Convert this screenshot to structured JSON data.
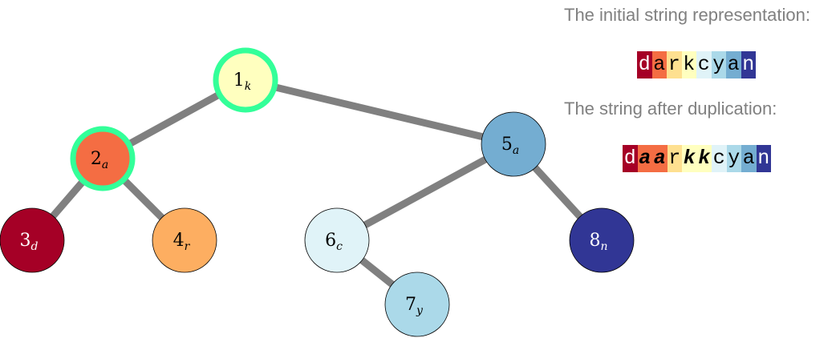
{
  "panel": {
    "initial_caption": "The initial string representation:",
    "after_caption": "The string after duplication:"
  },
  "initial_string": [
    {
      "ch": "d",
      "bg": "#a50026",
      "fg": "#ffffff",
      "dup": false
    },
    {
      "ch": "a",
      "bg": "#f46d43",
      "fg": "#000000",
      "dup": false
    },
    {
      "ch": "r",
      "bg": "#fee090",
      "fg": "#000000",
      "dup": false
    },
    {
      "ch": "k",
      "bg": "#ffffbf",
      "fg": "#000000",
      "dup": false
    },
    {
      "ch": "c",
      "bg": "#e0f3f8",
      "fg": "#000000",
      "dup": false
    },
    {
      "ch": "y",
      "bg": "#abd9e9",
      "fg": "#000000",
      "dup": false
    },
    {
      "ch": "a",
      "bg": "#74add1",
      "fg": "#000000",
      "dup": false
    },
    {
      "ch": "n",
      "bg": "#313695",
      "fg": "#ffffff",
      "dup": false
    }
  ],
  "duplicated_string": [
    {
      "ch": "d",
      "bg": "#a50026",
      "fg": "#ffffff",
      "dup": false
    },
    {
      "ch": "a",
      "bg": "#f46d43",
      "fg": "#000000",
      "dup": true
    },
    {
      "ch": "a",
      "bg": "#f46d43",
      "fg": "#000000",
      "dup": true
    },
    {
      "ch": "r",
      "bg": "#fee090",
      "fg": "#000000",
      "dup": false
    },
    {
      "ch": "k",
      "bg": "#ffffbf",
      "fg": "#000000",
      "dup": true
    },
    {
      "ch": "k",
      "bg": "#ffffbf",
      "fg": "#000000",
      "dup": true
    },
    {
      "ch": "c",
      "bg": "#e0f3f8",
      "fg": "#000000",
      "dup": false
    },
    {
      "ch": "y",
      "bg": "#abd9e9",
      "fg": "#000000",
      "dup": false
    },
    {
      "ch": "a",
      "bg": "#74add1",
      "fg": "#000000",
      "dup": false
    },
    {
      "ch": "n",
      "bg": "#313695",
      "fg": "#ffffff",
      "dup": false
    }
  ],
  "tree": {
    "edge_color": "#808080",
    "highlight_color": "#33ff99",
    "nodes": [
      {
        "id": 1,
        "char": "k",
        "fill": "#ffffbf",
        "text": "#000000",
        "highlight": true
      },
      {
        "id": 2,
        "char": "a",
        "fill": "#f46d43",
        "text": "#000000",
        "highlight": true
      },
      {
        "id": 3,
        "char": "d",
        "fill": "#a50026",
        "text": "#ffffff",
        "highlight": false
      },
      {
        "id": 4,
        "char": "r",
        "fill": "#fdae61",
        "text": "#000000",
        "highlight": false
      },
      {
        "id": 5,
        "char": "a",
        "fill": "#74add1",
        "text": "#000000",
        "highlight": false
      },
      {
        "id": 6,
        "char": "c",
        "fill": "#e0f3f8",
        "text": "#000000",
        "highlight": false
      },
      {
        "id": 7,
        "char": "y",
        "fill": "#abd9e9",
        "text": "#000000",
        "highlight": false
      },
      {
        "id": 8,
        "char": "n",
        "fill": "#313695",
        "text": "#ffffff",
        "highlight": false
      }
    ],
    "edges": [
      [
        1,
        2
      ],
      [
        1,
        5
      ],
      [
        2,
        3
      ],
      [
        2,
        4
      ],
      [
        5,
        6
      ],
      [
        5,
        8
      ],
      [
        6,
        7
      ]
    ]
  }
}
